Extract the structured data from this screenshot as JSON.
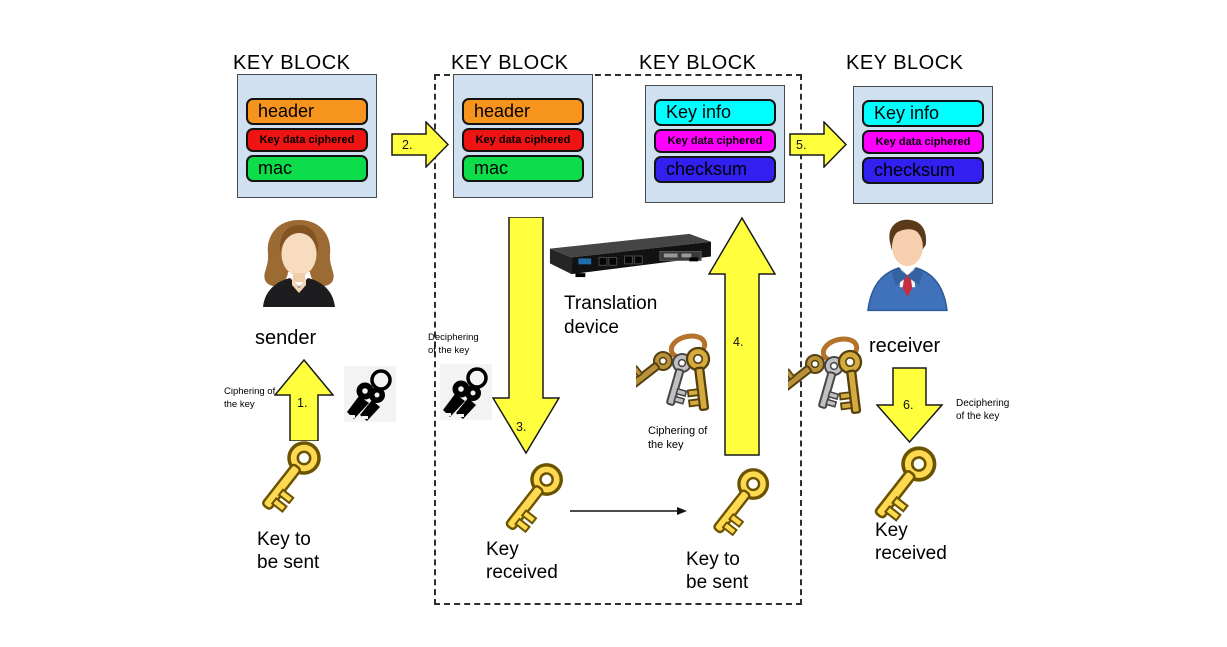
{
  "colors": {
    "block_bg": "#cfe0f1",
    "arrow_fill": "#ffff3e",
    "row_header": "#f7941e",
    "row_key_data_red": "#ee1414",
    "row_mac": "#0ddd4a",
    "row_key_info": "#00ffff",
    "row_key_data_magenta": "#ff00ff",
    "row_checksum": "#3120ef"
  },
  "blocks": [
    {
      "title": "KEY BLOCK",
      "rows": [
        {
          "label": "header",
          "bg": "#f7941e"
        },
        {
          "label": "Key data ciphered",
          "bg": "#ee1414"
        },
        {
          "label": "mac",
          "bg": "#0ddd4a"
        }
      ]
    },
    {
      "title": "KEY BLOCK",
      "rows": [
        {
          "label": "header",
          "bg": "#f7941e"
        },
        {
          "label": "Key data ciphered",
          "bg": "#ee1414"
        },
        {
          "label": "mac",
          "bg": "#0ddd4a"
        }
      ]
    },
    {
      "title": "KEY BLOCK",
      "rows": [
        {
          "label": "Key info",
          "bg": "#00ffff"
        },
        {
          "label": "Key data ciphered",
          "bg": "#ff00ff"
        },
        {
          "label": "checksum",
          "bg": "#3120ef"
        }
      ]
    },
    {
      "title": "KEY BLOCK",
      "rows": [
        {
          "label": "Key info",
          "bg": "#00ffff"
        },
        {
          "label": "Key data ciphered",
          "bg": "#ff00ff"
        },
        {
          "label": "checksum",
          "bg": "#3120ef"
        }
      ]
    }
  ],
  "steps": {
    "s1": "1.",
    "s2": "2.",
    "s3": "3.",
    "s4": "4.",
    "s5": "5.",
    "s6": "6."
  },
  "actors": {
    "sender": "sender",
    "receiver": "receiver"
  },
  "labels": {
    "translation_device": "Translation\ndevice",
    "ciphering_sender": "Ciphering of\nthe key",
    "deciphering_device": "Deciphering\nof the key",
    "ciphering_device": "Ciphering of\nthe key",
    "deciphering_receiver": "Deciphering\nof the key",
    "key_to_be_sent_sender": "Key to\nbe sent",
    "key_received_device": "Key\nreceived",
    "key_to_be_sent_device": "Key to\nbe sent",
    "key_received_receiver": "Key\nreceived"
  }
}
